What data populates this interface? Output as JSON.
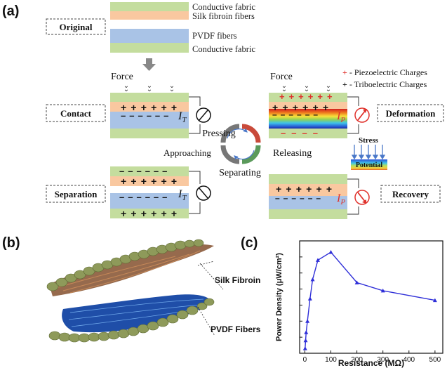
{
  "panels": {
    "a": "(a)",
    "b": "(b)",
    "c": "(c)"
  },
  "layers": {
    "conductive_fabric": "Conductive fabric",
    "silk_fibroin_fibers": "Silk fibroin fibers",
    "pvdf_fibers": "PVDF fibers"
  },
  "states": {
    "original": "Original",
    "contact": "Contact",
    "separation": "Separation",
    "deformation": "Deformation",
    "recovery": "Recovery"
  },
  "labels": {
    "force_left": "Force",
    "force_right": "Force",
    "pressing": "Pressing",
    "separating": "Separating",
    "approaching": "Approaching",
    "releasing": "Releasing",
    "stress": "Stress",
    "potential": "Potential"
  },
  "legend": {
    "piezo_sym": "+",
    "piezo_text": " - Piezoelectric Charges",
    "tribo_sym": "+",
    "tribo_text": " - Triboelectric Charges"
  },
  "currents": {
    "it_main": "I",
    "it_sub": "T",
    "ip_main": "I",
    "ip_sub": "P"
  },
  "charges": {
    "plus": "+",
    "minus": "−"
  },
  "panel_b": {
    "silk": "Silk Fibroin",
    "pvdf": "PVDF Fibers"
  },
  "colors": {
    "conductive": "#c4dd9e",
    "silk": "#f9c8a0",
    "pvdf": "#a9c3e6",
    "accent_red": "#e0322c",
    "line_blue": "#2f2fd8"
  },
  "chart_data": {
    "type": "line",
    "title": "",
    "xlabel": "Resistance (MΩ)",
    "ylabel": "Power Density (μW/cm²)",
    "xlim": [
      -20,
      530
    ],
    "ylim": [
      0,
      350
    ],
    "xticks": [
      0,
      100,
      200,
      300,
      400,
      500
    ],
    "grid": false,
    "legend": "none",
    "series": [
      {
        "x": [
          1,
          3,
          5,
          10,
          20,
          30,
          50,
          100,
          200,
          300,
          500
        ],
        "y": [
          15,
          40,
          65,
          100,
          170,
          230,
          290,
          315,
          220,
          195,
          165
        ]
      }
    ]
  }
}
